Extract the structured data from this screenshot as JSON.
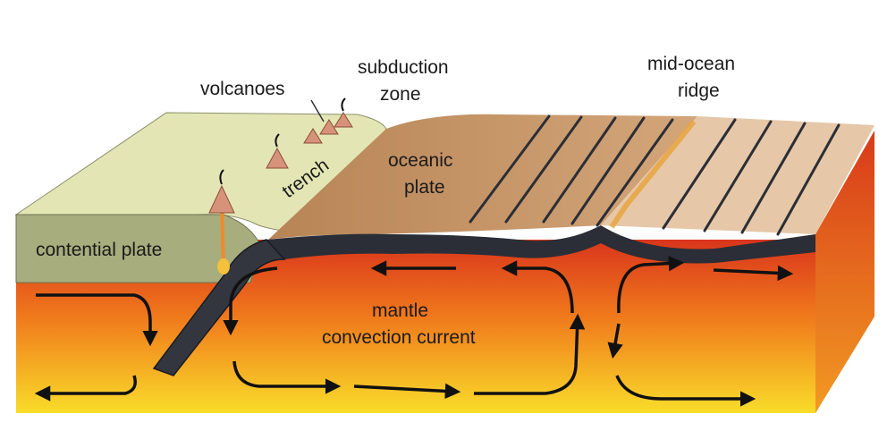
{
  "labels": {
    "volcanoes": "volcanoes",
    "subduction_line1": "subduction",
    "subduction_line2": "zone",
    "mid_ocean_line1": "mid-ocean",
    "mid_ocean_line2": "ridge",
    "trench": "trench",
    "oceanic_line1": "oceanic",
    "oceanic_line2": "plate",
    "continental_plate": "contential plate",
    "mantle_line1": "mantle",
    "mantle_line2": "convection current"
  },
  "colors": {
    "continent_top": "#e3e6b4",
    "continent_front": "#a7ad7c",
    "oceanic_top": "#c49365",
    "ridge_top": "#e6c7a8",
    "plate_dark": "#2b2e36",
    "mantle_top": "#d9351c",
    "mantle_mid": "#f07a1c",
    "mantle_bottom": "#f9dc2a",
    "side_face": "#e2521f",
    "arrow": "#111111"
  }
}
